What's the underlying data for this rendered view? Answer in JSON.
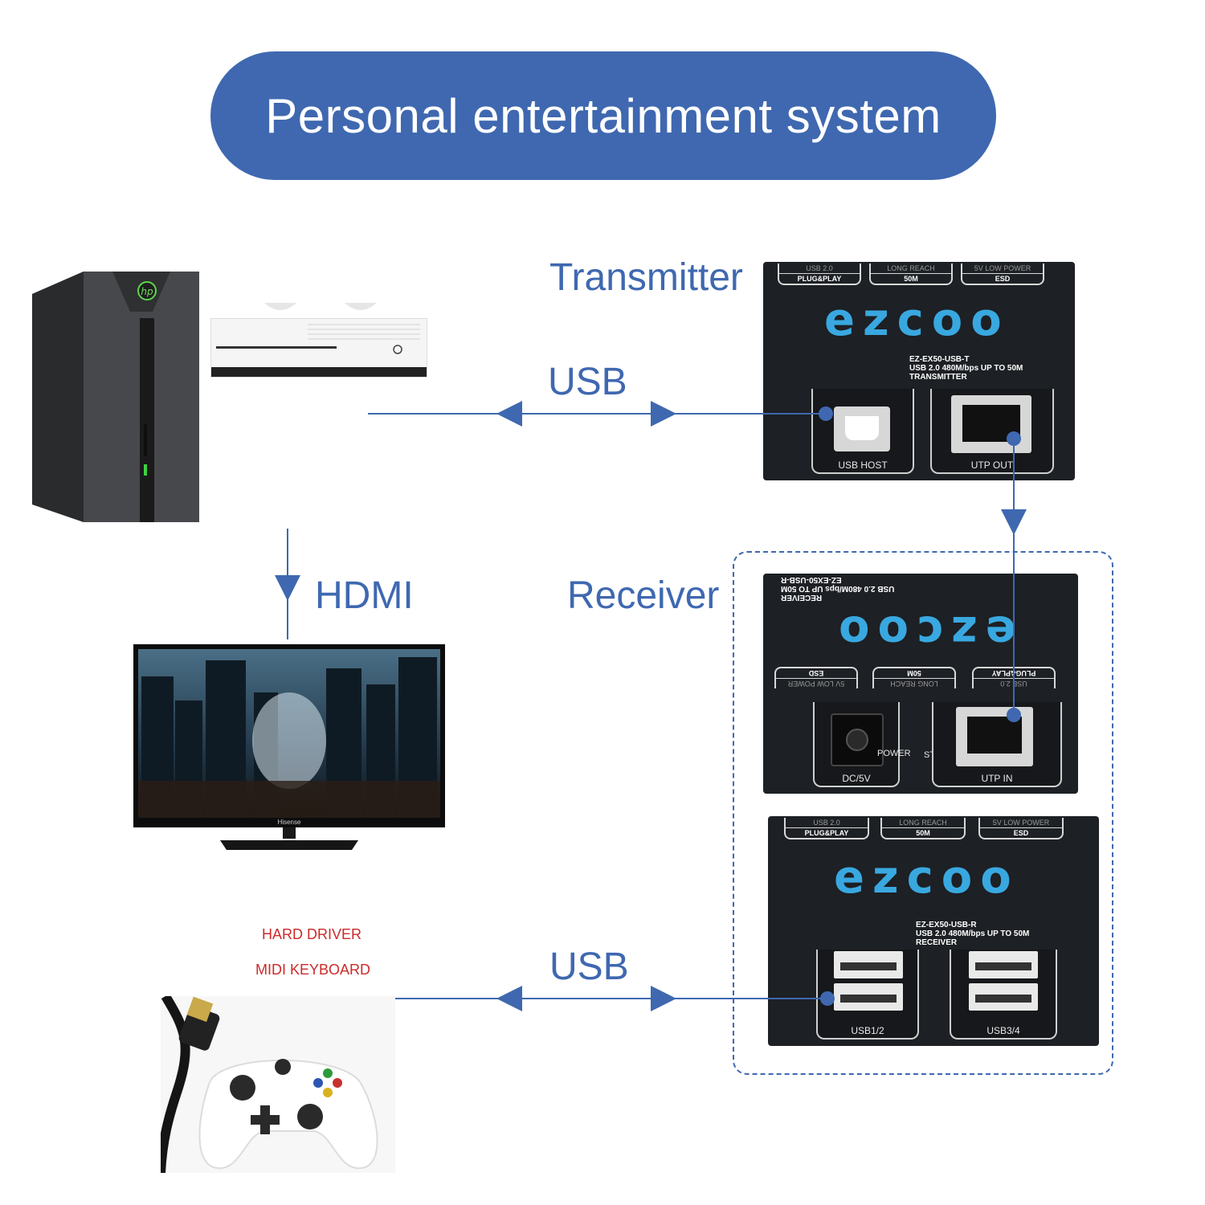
{
  "title": "Personal entertainment system",
  "labels": {
    "transmitter": "Transmitter",
    "receiver": "Receiver",
    "usb_top": "USB",
    "usb_bottom": "USB",
    "hdmi": "HDMI",
    "hard_driver": "HARD DRIVER",
    "midi_keyboard": "MIDI KEYBOARD"
  },
  "transmitter": {
    "logo": "ezcoo",
    "tags": [
      {
        "top": "USB 2.0",
        "bottom": "PLUG&PLAY"
      },
      {
        "top": "LONG REACH",
        "bottom": "50M"
      },
      {
        "top": "5V LOW POWER",
        "bottom": "ESD"
      }
    ],
    "spec_lines": [
      "EZ-EX50-USB-T",
      "USB 2.0 480M/bps UP TO 50M",
      "TRANSMITTER"
    ],
    "ports": [
      "USB HOST",
      "UTP OUT"
    ]
  },
  "receiver_back": {
    "logo": "ezcoo",
    "tags": [
      {
        "top": "5V LOW POWER",
        "bottom": "ESD"
      },
      {
        "top": "LONG REACH",
        "bottom": "50M"
      },
      {
        "top": "USB 2.0",
        "bottom": "PLUG&PLAY"
      }
    ],
    "spec_lines": [
      "EZ-EX50-USB-R",
      "USB 2.0 480M/bps UP TO 50M",
      "RECEIVER"
    ],
    "power_label": "POWER",
    "status_label": "STATUS",
    "ports": [
      "DC/5V",
      "UTP IN"
    ]
  },
  "receiver_front": {
    "logo": "ezcoo",
    "tags": [
      {
        "top": "USB 2.0",
        "bottom": "PLUG&PLAY"
      },
      {
        "top": "LONG REACH",
        "bottom": "50M"
      },
      {
        "top": "5V LOW POWER",
        "bottom": "ESD"
      }
    ],
    "spec_lines": [
      "EZ-EX50-USB-R",
      "USB 2.0 480M/bps UP TO 50M",
      "RECEIVER"
    ],
    "ports": [
      "USB1/2",
      "USB3/4"
    ]
  },
  "tv_brand": "Hisense",
  "pc_logo": "hp",
  "colors": {
    "accent": "#3f68b0",
    "device": "#1d2024",
    "logo": "#39a8e0",
    "red_text": "#cc2a2a"
  }
}
